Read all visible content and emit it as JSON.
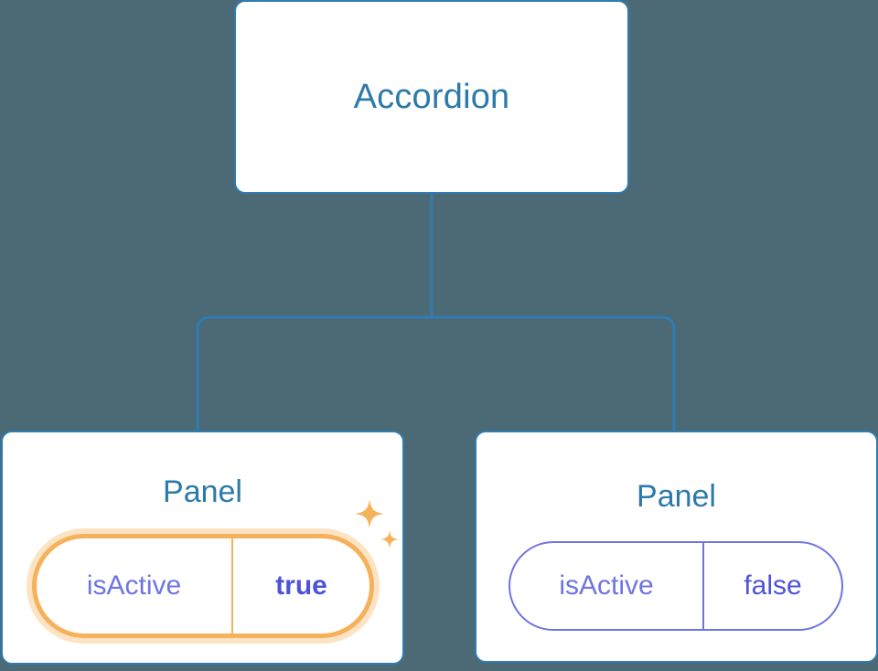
{
  "diagram": {
    "type": "component-tree",
    "background_color": "#4c6a76",
    "node_border_color": "#2f7cb2",
    "node_title_color": "#2d7aa8",
    "connector_color": "#2f7cb2",
    "highlight_color": "#f6b25b",
    "prop_color": "#6f74e0",
    "prop_value_color": "#4e53d8",
    "root": {
      "title": "Accordion"
    },
    "children": [
      {
        "title": "Panel",
        "highlighted": true,
        "props": [
          {
            "key": "isActive",
            "value": "true"
          }
        ],
        "decoration": "sparkles-icon"
      },
      {
        "title": "Panel",
        "highlighted": false,
        "props": [
          {
            "key": "isActive",
            "value": "false"
          }
        ]
      }
    ]
  }
}
